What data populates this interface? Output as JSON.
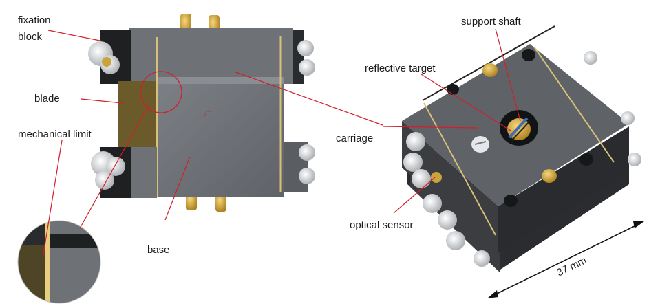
{
  "labels": {
    "fixation_line1": "fixation",
    "fixation_line2": "block",
    "blade": "blade",
    "mechanical_limit": "mechanical limit",
    "carriage": "carriage",
    "base": "base",
    "support_shaft": "support shaft",
    "reflective_target": "reflective target",
    "optical_sensor": "optical sensor",
    "dimension": "37 mm"
  },
  "colors": {
    "leader_line": "#d21e2b",
    "block_top": "#6a6e73",
    "block_side": "#3b3d40",
    "fixation_block": "#1f2022",
    "blade": "#6b5a2a",
    "brass": "#d8b24a",
    "screw": "#e4e6e8"
  }
}
